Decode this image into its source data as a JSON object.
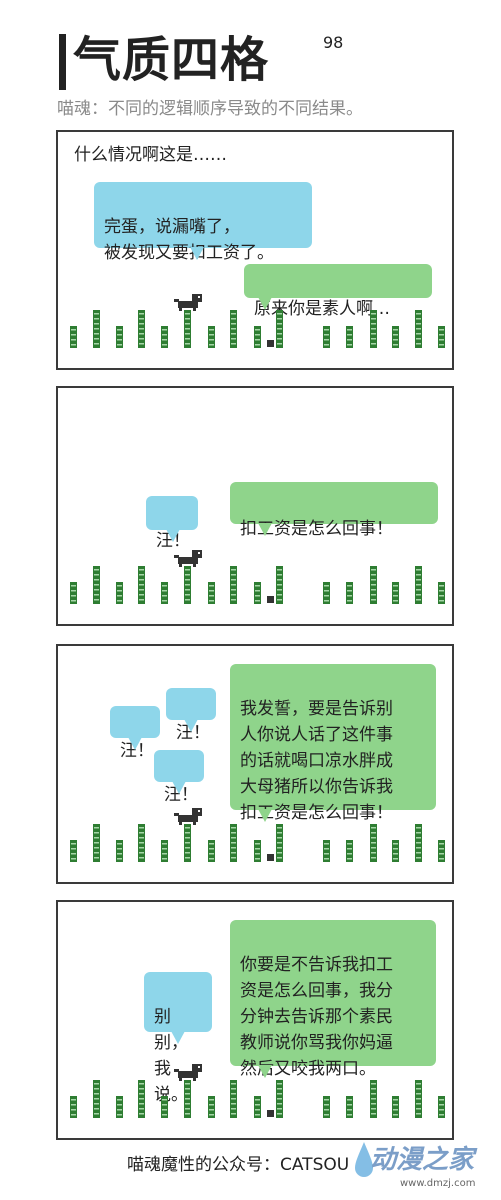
{
  "header": {
    "title": "气质四格",
    "episode": "98",
    "subtitle": "喵魂：不同的逻辑顺序导致的不同结果。"
  },
  "panels": [
    {
      "caption": "什么情况啊这是……",
      "bubbles": [
        {
          "style": "blue",
          "text": "完蛋，说漏嘴了，\n被发现又要扣工资了。"
        },
        {
          "style": "green",
          "text": "原来你是素人啊…"
        }
      ]
    },
    {
      "caption": "",
      "bubbles": [
        {
          "style": "blue",
          "text": "汪！"
        },
        {
          "style": "green",
          "text": "扣工资是怎么回事！"
        }
      ]
    },
    {
      "caption": "",
      "bubbles": [
        {
          "style": "blue",
          "text": "汪！"
        },
        {
          "style": "blue",
          "text": "汪！"
        },
        {
          "style": "blue",
          "text": "汪！"
        },
        {
          "style": "green",
          "text": "我发誓，要是告诉别\n人你说人话了这件事\n的话就喝口凉水胖成\n大母猪所以你告诉我\n扣工资是怎么回事！"
        }
      ]
    },
    {
      "caption": "",
      "bubbles": [
        {
          "style": "blue",
          "text": "别别，\n我说。"
        },
        {
          "style": "green",
          "text": "你要是不告诉我扣工\n资是怎么回事，我分\n分钟去告诉那个素民\n教师说你骂我你妈逼\n然后又咬我两口。"
        }
      ]
    }
  ],
  "footer": {
    "text": "喵魂魔性的公众号：CATSOU",
    "logo": "动漫之家",
    "url": "www.dmzj.com"
  },
  "colors": {
    "blue_bubble": "#8ed6ea",
    "green_bubble": "#8fd48b",
    "bar_dark": "#2e7d32",
    "bar_light": "#a5d6a7"
  },
  "icons": [
    "dog-icon",
    "cat-block-icon"
  ]
}
